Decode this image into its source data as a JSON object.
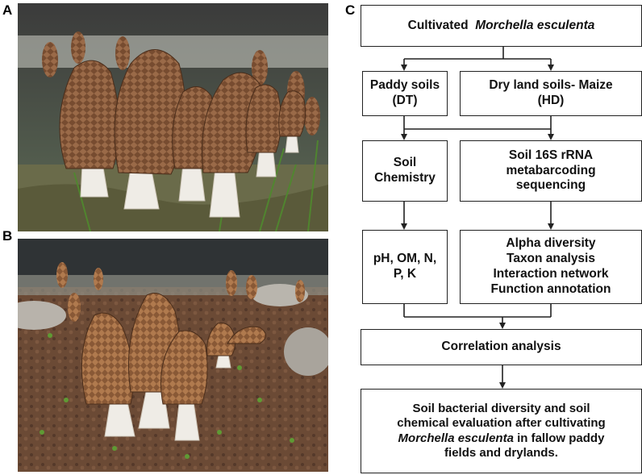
{
  "panels": {
    "a": "A",
    "b": "B",
    "c": "C"
  },
  "photos": {
    "a_subject": "morel-mushrooms-in-greenhouse-photo",
    "b_subject": "morel-mushrooms-on-soil-photo"
  },
  "flowchart": {
    "top": {
      "pre": "Cultivated",
      "species": "Morchella esculenta"
    },
    "paddy": {
      "line1": "Paddy soils",
      "line2": "(DT)"
    },
    "dryland": {
      "line1": "Dry land soils- Maize",
      "line2": "(HD)"
    },
    "chemistry": {
      "line1": "Soil",
      "line2": "Chemistry"
    },
    "sequencing": {
      "line1": "Soil 16S rRNA",
      "line2": "metabarcoding",
      "line3": "sequencing"
    },
    "nutrients": {
      "line1": "pH, OM, N,",
      "line2": "P, K"
    },
    "analyses": {
      "line1": "Alpha diversity",
      "line2": "Taxon analysis",
      "line3": "Interaction network",
      "line4": "Function annotation"
    },
    "correlation": "Correlation analysis",
    "conclusion": {
      "line1": "Soil bacterial diversity and soil",
      "line2": "chemical evaluation after cultivating",
      "line3_species": "Morchella esculenta",
      "line3_rest": " in fallow paddy",
      "line4": "fields and drylands."
    }
  },
  "colors": {
    "box_border": "#222222",
    "arrow": "#222222",
    "morel_cap": "#8a5a3a",
    "morel_stem": "#efece6",
    "soil": "#6b4a35"
  }
}
